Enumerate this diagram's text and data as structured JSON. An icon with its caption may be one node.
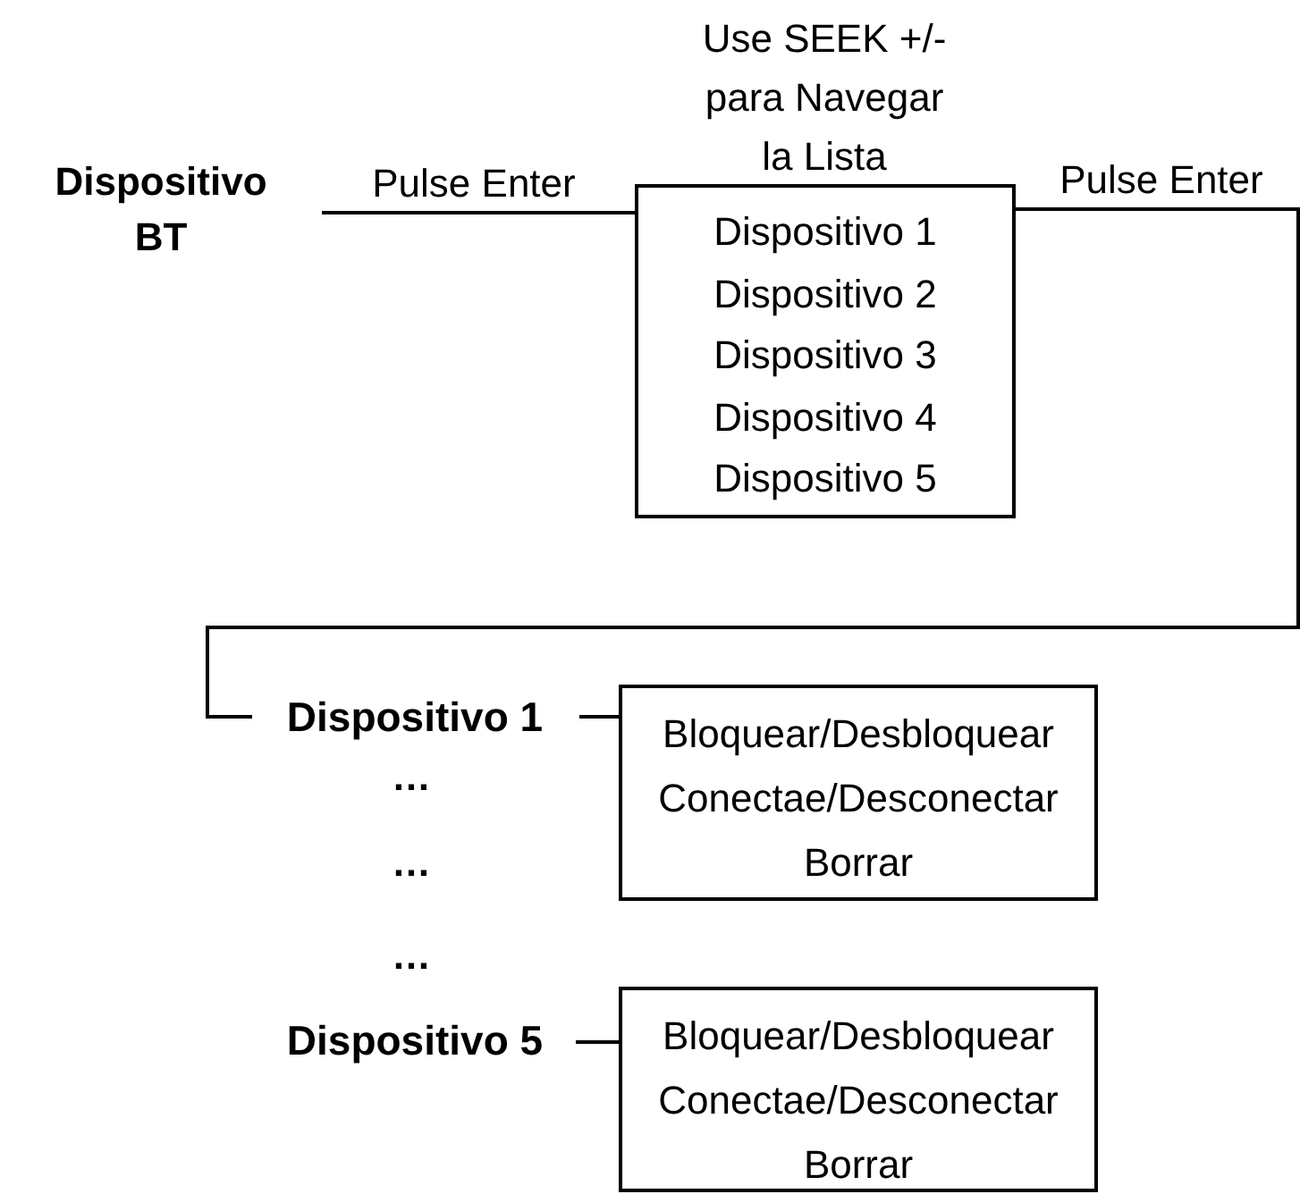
{
  "diagram": {
    "nodes": [
      {
        "text": [
          "Dispositivo BT"
        ]
      },
      {
        "text": [
          "Dispositivo 1",
          "Dispositivo 2",
          "Dispositivo 3",
          "Dispositivo 4",
          "Dispositivo 5"
        ],
        "beside": [
          "Use SEEK +/- para Navegar la Lista"
        ]
      },
      {
        "text": [
          "Dispositivo 1"
        ]
      },
      {
        "text": [
          "Bloquear/Desbloquear",
          "Conectae/Desconectar",
          "Borrar"
        ]
      },
      {
        "text": [
          "Dispositivo 5"
        ]
      },
      {
        "text": [
          "Bloquear/Desbloquear",
          "Conectae/Desconectar",
          "Borrar"
        ]
      }
    ],
    "edges": [
      {
        "from": 0,
        "to": 1,
        "arrow": "none",
        "label": "Pulse Enter"
      },
      {
        "from": 1,
        "to": 2,
        "arrow": "none",
        "label": "Pulse Enter"
      },
      {
        "from": 2,
        "to": 3,
        "arrow": "none"
      },
      {
        "from": 4,
        "to": 5,
        "arrow": "none"
      }
    ],
    "labels": [
      "…",
      "…",
      "…"
    ]
  }
}
